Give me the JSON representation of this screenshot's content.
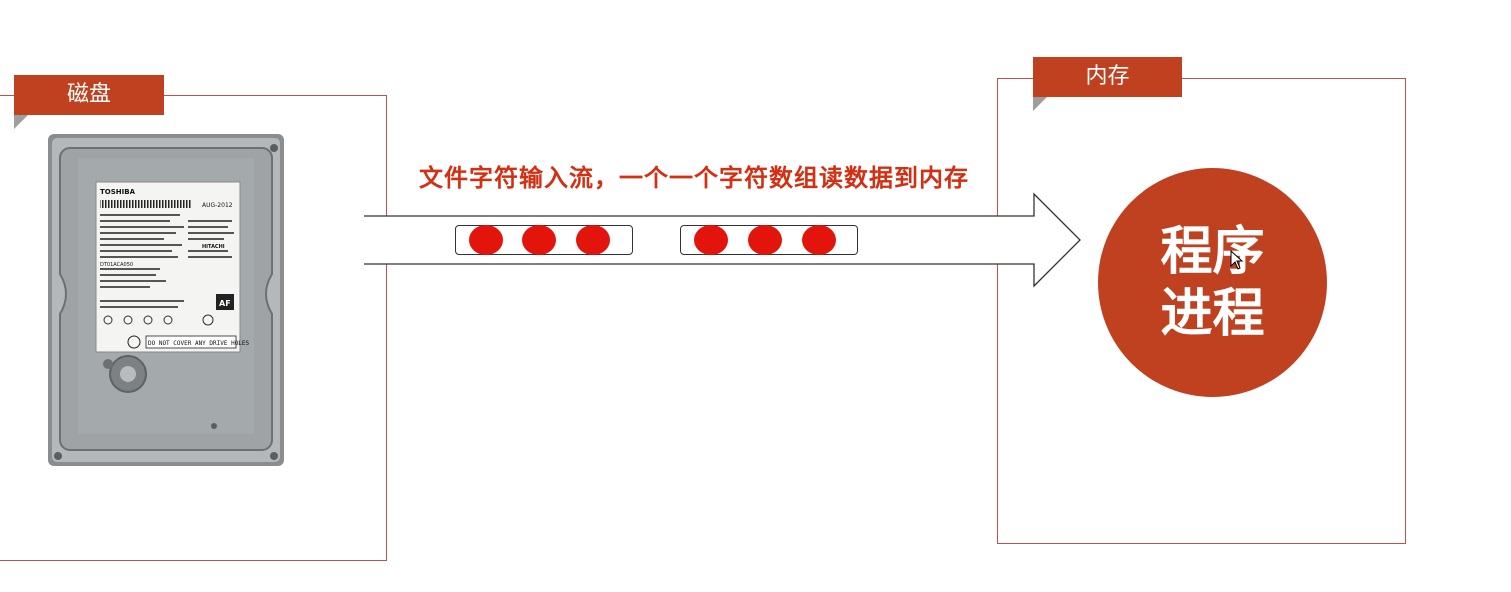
{
  "disk": {
    "label": "磁盘"
  },
  "memory": {
    "label": "内存"
  },
  "stream": {
    "caption": "文件字符输入流，一个一个字符数组读数据到内存"
  },
  "process": {
    "line1": "程序",
    "line2": "进程"
  },
  "hdd_label": {
    "brand": "TOSHIBA",
    "date": "AUG-2012",
    "model": "DT01ACA050",
    "warning": "DO NOT COVER ANY DRIVE HOLES",
    "maker": "HITACHI",
    "af": "AF"
  },
  "colors": {
    "accent": "#c0411f",
    "dot": "#e3140b",
    "caption": "#d32f12",
    "border": "#c0504d"
  },
  "icons": [
    "hard-drive-image",
    "mouse-cursor-icon"
  ]
}
